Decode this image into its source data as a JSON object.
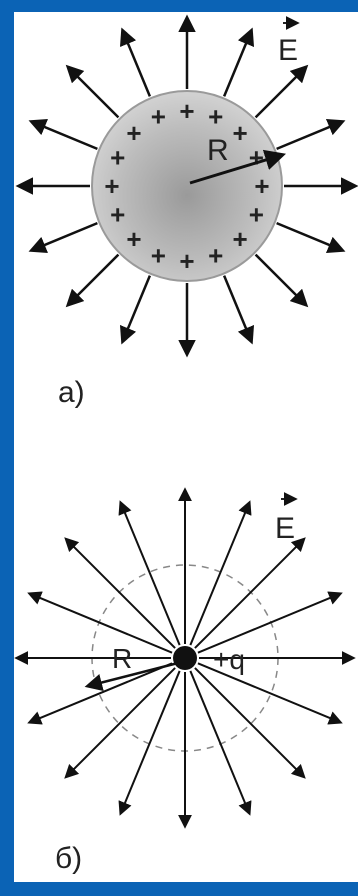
{
  "diagram_a": {
    "caption": "а)",
    "field_label": "E",
    "radius_label": "R",
    "charge_sign": "+"
  },
  "diagram_b": {
    "caption": "б)",
    "field_label": "E",
    "radius_label": "R",
    "charge_label": "+q"
  },
  "colors": {
    "frame": "#0b63b5",
    "background": "#ffffff",
    "lines": "#111111",
    "sphere_edge": "#9a9a9a"
  }
}
